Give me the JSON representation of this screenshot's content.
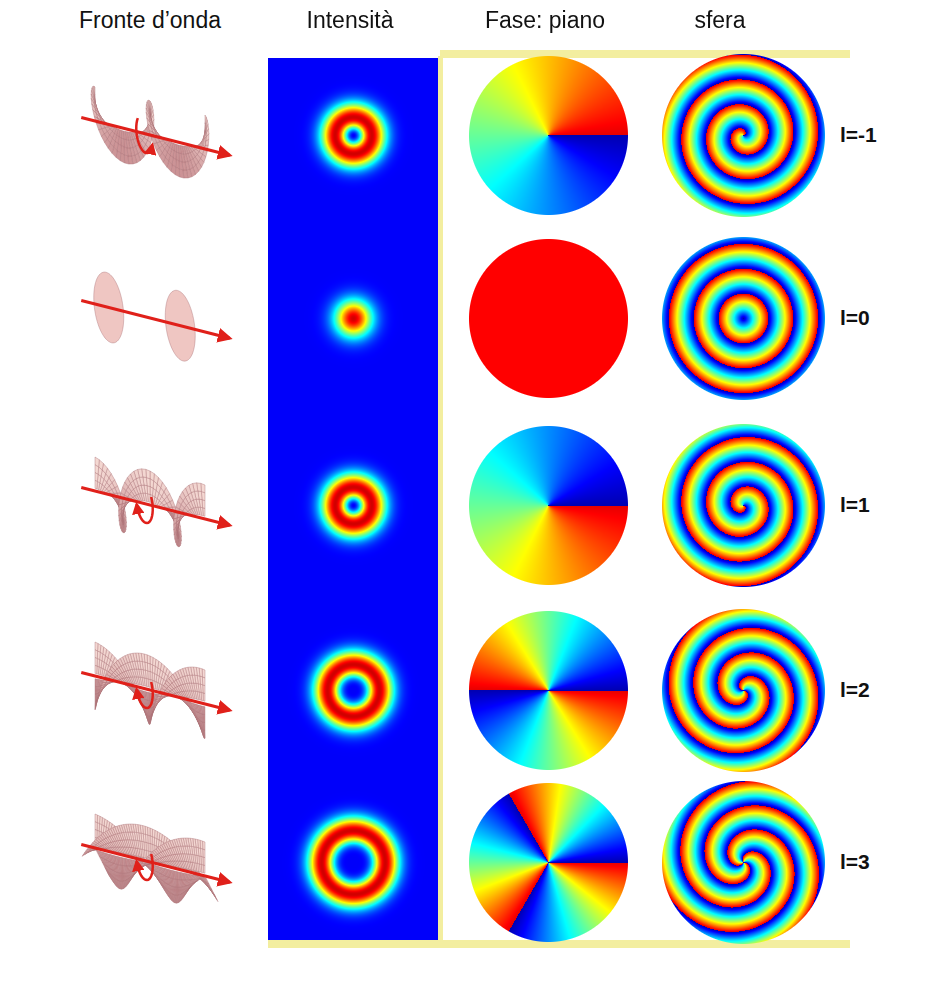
{
  "diagram": {
    "labels": [
      "Fronte d’onda",
      "Intensità",
      "Fase: piano",
      "sfera",
      "l=-1",
      "l=0",
      "l=1",
      "l=2",
      "l=3"
    ]
  }
}
